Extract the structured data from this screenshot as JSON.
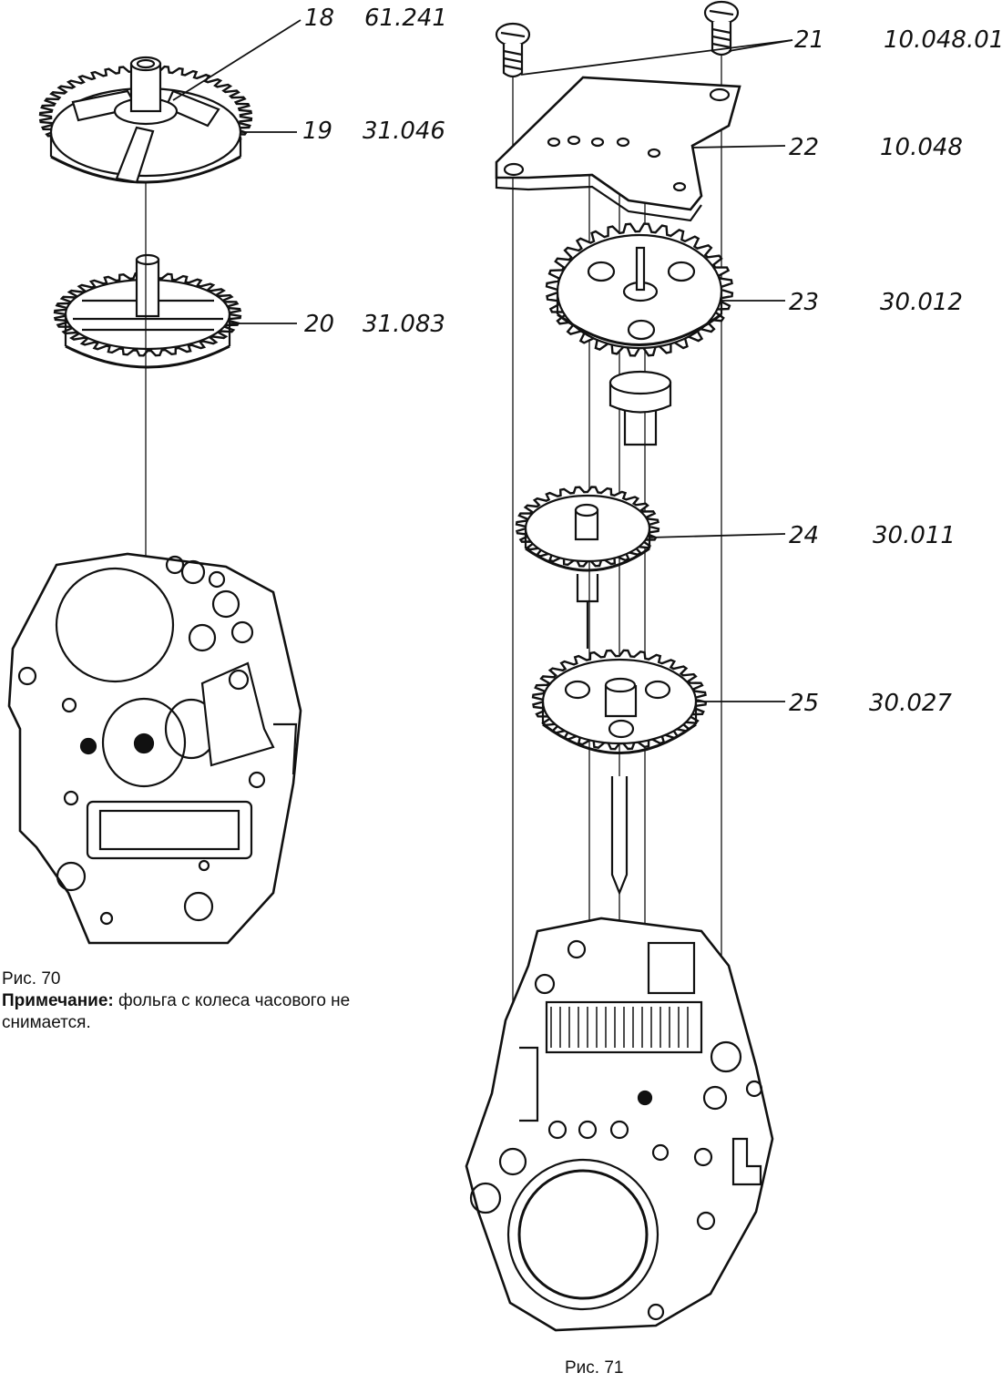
{
  "figure70": {
    "caption": "Рис. 70",
    "note_label": "Примечание:",
    "note_text": " фольга с колеса часового не снимается."
  },
  "figure71": {
    "caption": "Рис. 71"
  },
  "parts": [
    {
      "number": "18",
      "code": "61.241"
    },
    {
      "number": "19",
      "code": "31.046"
    },
    {
      "number": "20",
      "code": "31.083"
    },
    {
      "number": "21",
      "code": "10.048.01"
    },
    {
      "number": "22",
      "code": "10.048"
    },
    {
      "number": "23",
      "code": "30.012"
    },
    {
      "number": "24",
      "code": "30.011"
    },
    {
      "number": "25",
      "code": "30.027"
    }
  ]
}
